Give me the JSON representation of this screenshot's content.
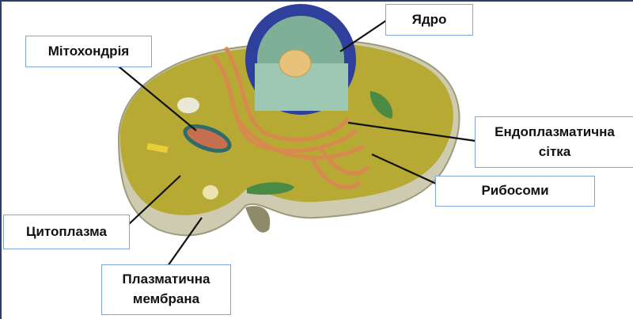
{
  "title": "Будова клітини",
  "labels": {
    "mitochondria": "Мітохондрія",
    "nucleus": "Ядро",
    "er_line1": "Ендоплазматична",
    "er_line2": "сітка",
    "ribosomes": "Рибосоми",
    "cytoplasm": "Цитоплазма",
    "membrane_line1": "Плазматична",
    "membrane_line2": "мембрана"
  },
  "colors": {
    "cytoplasm": "#b6aa35",
    "membrane": "#c9c6a8",
    "nucleus_envelope": "#2f3f9c",
    "nucleoplasm": "#7faf97",
    "er": "#d88a4e",
    "label_border": "#7fa6d6"
  }
}
